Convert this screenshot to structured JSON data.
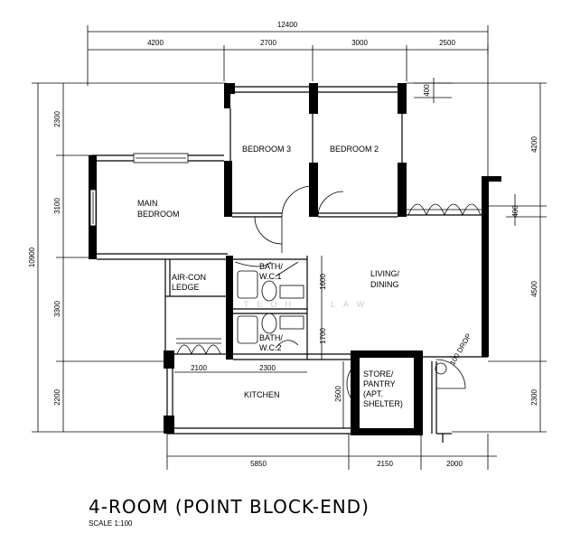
{
  "plan": {
    "title": "4-ROOM (POINT BLOCK-END)",
    "scale": "SCALE 1:100",
    "watermark": "TEOH · LAW"
  },
  "rooms": {
    "bedroom3": "BEDROOM 3",
    "bedroom2": "BEDROOM 2",
    "main_bedroom_1": "MAIN",
    "main_bedroom_2": "BEDROOM",
    "living_1": "LIVING/",
    "living_2": "DINING",
    "aircon_1": "AIR-CON",
    "aircon_2": "LEDGE",
    "bath1_1": "BATH/",
    "bath1_2": "W.C.1",
    "bath2_1": "BATH/",
    "bath2_2": "W.C.2",
    "kitchen": "KITCHEN",
    "store_1": "STORE/",
    "store_2": "PANTRY",
    "store_3": "(APT.",
    "store_4": "SHELTER)",
    "drop": "100 DROP"
  },
  "dimensions": {
    "top_total": "12400",
    "top_1": "4200",
    "top_2": "2700",
    "top_3": "3000",
    "top_4": "2500",
    "top_small": "400",
    "left_total": "10900",
    "left_1": "2300",
    "left_2": "3100",
    "left_3": "3300",
    "left_4": "2200",
    "right_1": "4200",
    "right_small": "400",
    "right_2": "4500",
    "right_3": "2300",
    "bottom_1": "5850",
    "bottom_2": "2150",
    "bottom_3": "2000",
    "bath_1": "1600",
    "bath_2": "1700",
    "kitchen_1": "2100",
    "kitchen_2": "2300",
    "store_h": "2600"
  }
}
